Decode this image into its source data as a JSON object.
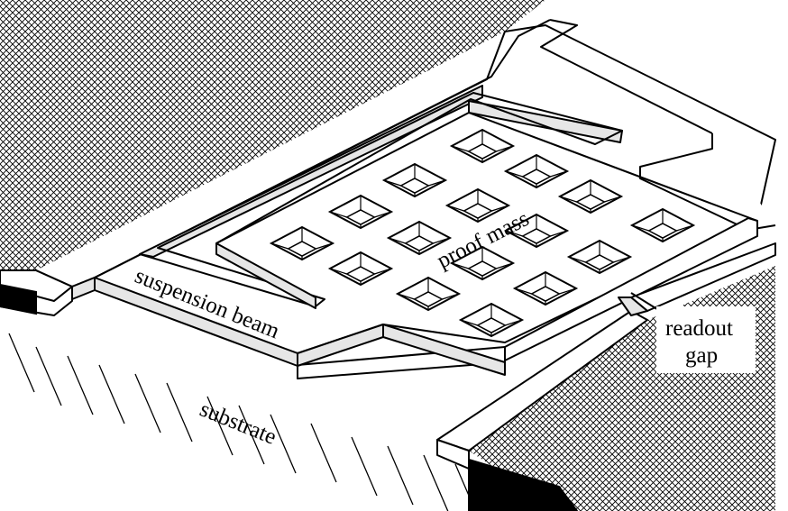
{
  "labels": {
    "proof_mass": "proof mass",
    "suspension_beam": "suspension beam",
    "substrate": "substrate",
    "readout_line1": "readout",
    "readout_line2": "gap"
  },
  "colors": {
    "ink": "#000000",
    "paper": "#ffffff",
    "beam_side": "#e6e6e6"
  },
  "hole_count": 16
}
